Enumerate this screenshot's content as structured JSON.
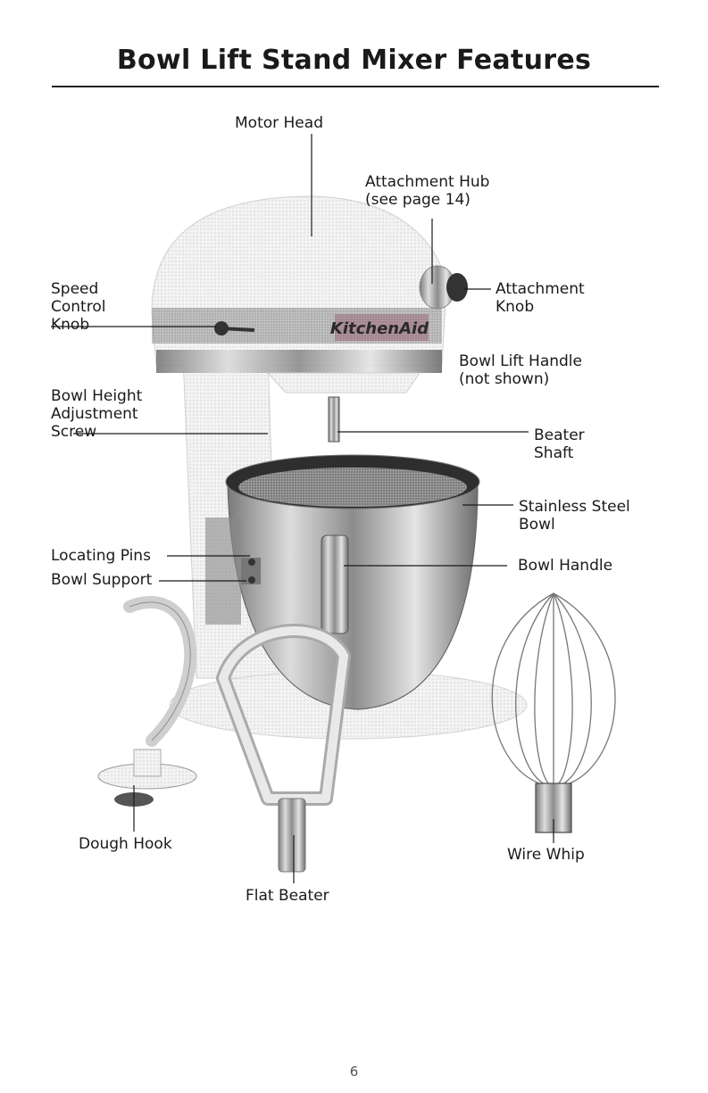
{
  "page": {
    "title": "Bowl Lift Stand Mixer Features",
    "page_number": "6"
  },
  "labels": {
    "motor_head": "Motor Head",
    "attachment_hub": "Attachment Hub\n(see page 14)",
    "speed_control_knob": "Speed\nControl\nKnob",
    "attachment_knob": "Attachment\nKnob",
    "bowl_lift_handle": "Bowl Lift Handle\n(not shown)",
    "bowl_height_adjustment_screw": "Bowl Height\nAdjustment\nScrew",
    "beater_shaft": "Beater\nShaft",
    "stainless_steel_bowl": "Stainless Steel\nBowl",
    "locating_pins": "Locating Pins",
    "bowl_handle": "Bowl Handle",
    "bowl_support": "Bowl Support",
    "dough_hook": "Dough Hook",
    "wire_whip": "Wire Whip",
    "flat_beater": "Flat Beater"
  },
  "brand_mark": "KitchenAid"
}
